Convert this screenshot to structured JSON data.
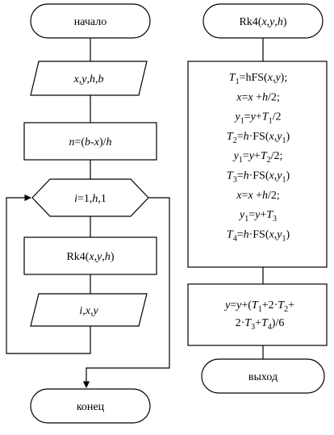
{
  "left_flow": {
    "start": "начало",
    "input": [
      {
        "t": "x",
        "i": true
      },
      {
        "t": ",",
        "i": false
      },
      {
        "t": "y",
        "i": true
      },
      {
        "t": ",",
        "i": false
      },
      {
        "t": "h",
        "i": true
      },
      {
        "t": ",",
        "i": false
      },
      {
        "t": "b",
        "i": true
      }
    ],
    "compute_n": [
      {
        "t": "n",
        "i": true
      },
      {
        "t": "=(",
        "i": false
      },
      {
        "t": "b",
        "i": true
      },
      {
        "t": "-",
        "i": false
      },
      {
        "t": "x",
        "i": true
      },
      {
        "t": ")/",
        "i": false
      },
      {
        "t": "h",
        "i": true
      }
    ],
    "loop": [
      {
        "t": "i",
        "i": true
      },
      {
        "t": "=1,",
        "i": false
      },
      {
        "t": "h",
        "i": true
      },
      {
        "t": ",1",
        "i": false
      }
    ],
    "call": [
      {
        "t": "Rk4(",
        "i": false
      },
      {
        "t": "x",
        "i": true
      },
      {
        "t": ",",
        "i": false
      },
      {
        "t": "y",
        "i": true
      },
      {
        "t": ",",
        "i": false
      },
      {
        "t": "h",
        "i": true
      },
      {
        "t": ")",
        "i": false
      }
    ],
    "output": [
      {
        "t": "i",
        "i": true
      },
      {
        "t": ",",
        "i": false
      },
      {
        "t": "x",
        "i": true
      },
      {
        "t": ",",
        "i": false
      },
      {
        "t": "y",
        "i": true
      }
    ],
    "end": "конец"
  },
  "right_flow": {
    "header": [
      {
        "t": "Rk4(",
        "i": false
      },
      {
        "t": "x",
        "i": true
      },
      {
        "t": ",",
        "i": false
      },
      {
        "t": "y",
        "i": true
      },
      {
        "t": ",",
        "i": false
      },
      {
        "t": "h",
        "i": true
      },
      {
        "t": ")",
        "i": false
      }
    ],
    "steps": [
      [
        {
          "t": "T",
          "i": true
        },
        {
          "t": "1",
          "sub": true
        },
        {
          "t": "=hFS(",
          "i": false
        },
        {
          "t": "x",
          "i": true
        },
        {
          "t": ",",
          "i": false
        },
        {
          "t": "y",
          "i": true
        },
        {
          "t": ");",
          "i": false
        }
      ],
      [
        {
          "t": "x",
          "i": true
        },
        {
          "t": "=",
          "i": false
        },
        {
          "t": "x",
          "i": true
        },
        {
          "t": " +",
          "i": false
        },
        {
          "t": "h",
          "i": true
        },
        {
          "t": "/2;",
          "i": false
        }
      ],
      [
        {
          "t": "y",
          "i": true
        },
        {
          "t": "1",
          "sub": true
        },
        {
          "t": "=",
          "i": false
        },
        {
          "t": "y",
          "i": true
        },
        {
          "t": "+",
          "i": false
        },
        {
          "t": "T",
          "i": true
        },
        {
          "t": "1",
          "sub": true
        },
        {
          "t": "/2",
          "i": false
        }
      ],
      [
        {
          "t": "T",
          "i": true
        },
        {
          "t": "2",
          "sub": true
        },
        {
          "t": "=",
          "i": false
        },
        {
          "t": "h",
          "i": true
        },
        {
          "t": "·FS(",
          "i": false
        },
        {
          "t": "x",
          "i": true
        },
        {
          "t": ",",
          "i": false
        },
        {
          "t": "y",
          "i": true
        },
        {
          "t": "1",
          "sub": true
        },
        {
          "t": ")",
          "i": false
        }
      ],
      [
        {
          "t": "y",
          "i": true
        },
        {
          "t": "1",
          "sub": true
        },
        {
          "t": "=",
          "i": false
        },
        {
          "t": "y",
          "i": true
        },
        {
          "t": "+",
          "i": false
        },
        {
          "t": "T",
          "i": true
        },
        {
          "t": "2",
          "sub": true
        },
        {
          "t": "/2;",
          "i": false
        }
      ],
      [
        {
          "t": "T",
          "i": true
        },
        {
          "t": "3",
          "sub": true
        },
        {
          "t": "=",
          "i": false
        },
        {
          "t": "h",
          "i": true
        },
        {
          "t": "·FS(",
          "i": false
        },
        {
          "t": "x",
          "i": true
        },
        {
          "t": ",",
          "i": false
        },
        {
          "t": "y",
          "i": true
        },
        {
          "t": "1",
          "sub": true
        },
        {
          "t": ")",
          "i": false
        }
      ],
      [
        {
          "t": "x",
          "i": true
        },
        {
          "t": "=",
          "i": false
        },
        {
          "t": "x",
          "i": true
        },
        {
          "t": " +",
          "i": false
        },
        {
          "t": "h",
          "i": true
        },
        {
          "t": "/2;",
          "i": false
        }
      ],
      [
        {
          "t": "y",
          "i": true
        },
        {
          "t": "1",
          "sub": true
        },
        {
          "t": "=",
          "i": false
        },
        {
          "t": "y",
          "i": true
        },
        {
          "t": "+",
          "i": false
        },
        {
          "t": "T",
          "i": true
        },
        {
          "t": "3",
          "sub": true
        }
      ],
      [
        {
          "t": "T",
          "i": true
        },
        {
          "t": "4",
          "sub": true
        },
        {
          "t": "=",
          "i": false
        },
        {
          "t": "h",
          "i": true
        },
        {
          "t": "·FS(",
          "i": false
        },
        {
          "t": "x",
          "i": true
        },
        {
          "t": ",",
          "i": false
        },
        {
          "t": "y",
          "i": true
        },
        {
          "t": "1",
          "sub": true
        },
        {
          "t": ")",
          "i": false
        }
      ]
    ],
    "result": [
      [
        {
          "t": "y",
          "i": true
        },
        {
          "t": "=",
          "i": false
        },
        {
          "t": "y",
          "i": true
        },
        {
          "t": "+(",
          "i": false
        },
        {
          "t": "T",
          "i": true
        },
        {
          "t": "1",
          "sub": true
        },
        {
          "t": "+2·",
          "i": false
        },
        {
          "t": "T",
          "i": true
        },
        {
          "t": "2",
          "sub": true
        },
        {
          "t": "+",
          "i": false
        }
      ],
      [
        {
          "t": "2·",
          "i": false
        },
        {
          "t": "T",
          "i": true
        },
        {
          "t": "3",
          "sub": true
        },
        {
          "t": "+",
          "i": false
        },
        {
          "t": "T",
          "i": true
        },
        {
          "t": "4",
          "sub": true
        },
        {
          "t": ")/6",
          "i": false
        }
      ]
    ],
    "exit": "выход"
  }
}
